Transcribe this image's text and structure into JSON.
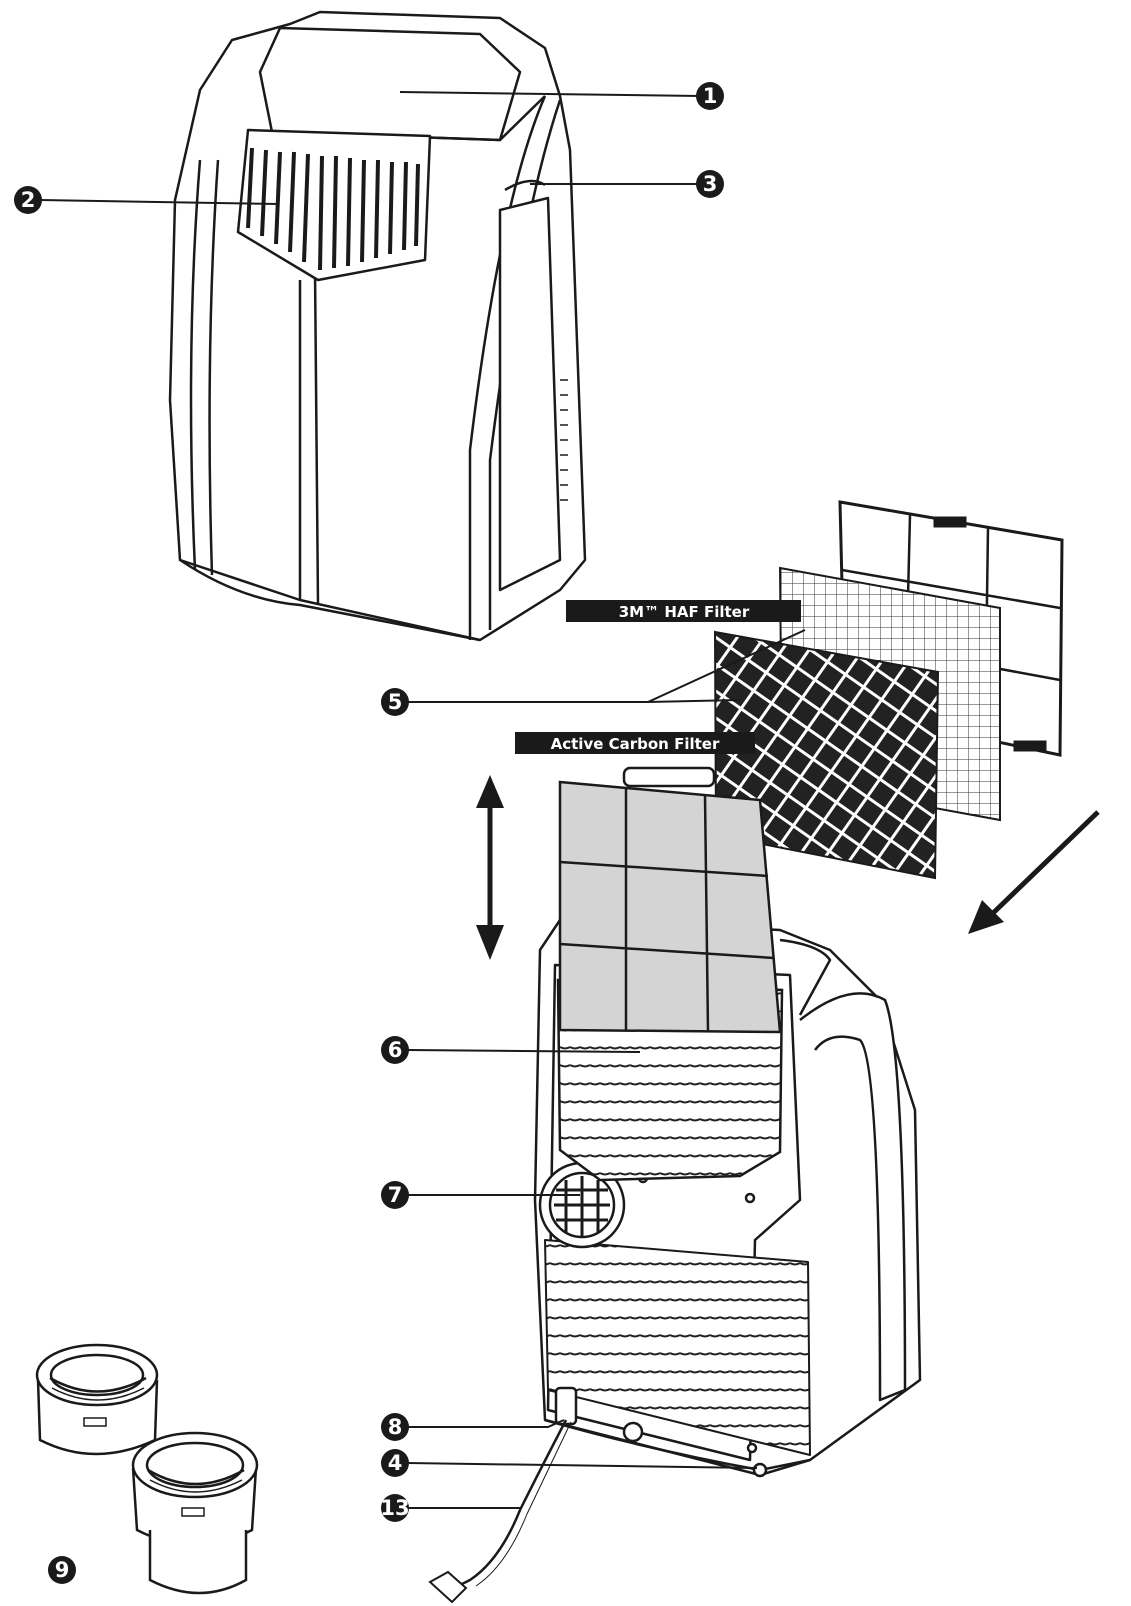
{
  "labels": {
    "haf_filter": "3M™ HAF Filter",
    "carbon_filter": "Active Carbon Filter"
  },
  "callouts": {
    "c1": "1",
    "c2": "2",
    "c3": "3",
    "c4": "4",
    "c5": "5",
    "c6": "6",
    "c7": "7",
    "c8": "8",
    "c9": "9",
    "c13": "13"
  },
  "colors": {
    "ink": "#1a1a1a",
    "filter_panel": "#d4d4d4",
    "carbon_filter": "#222222"
  }
}
